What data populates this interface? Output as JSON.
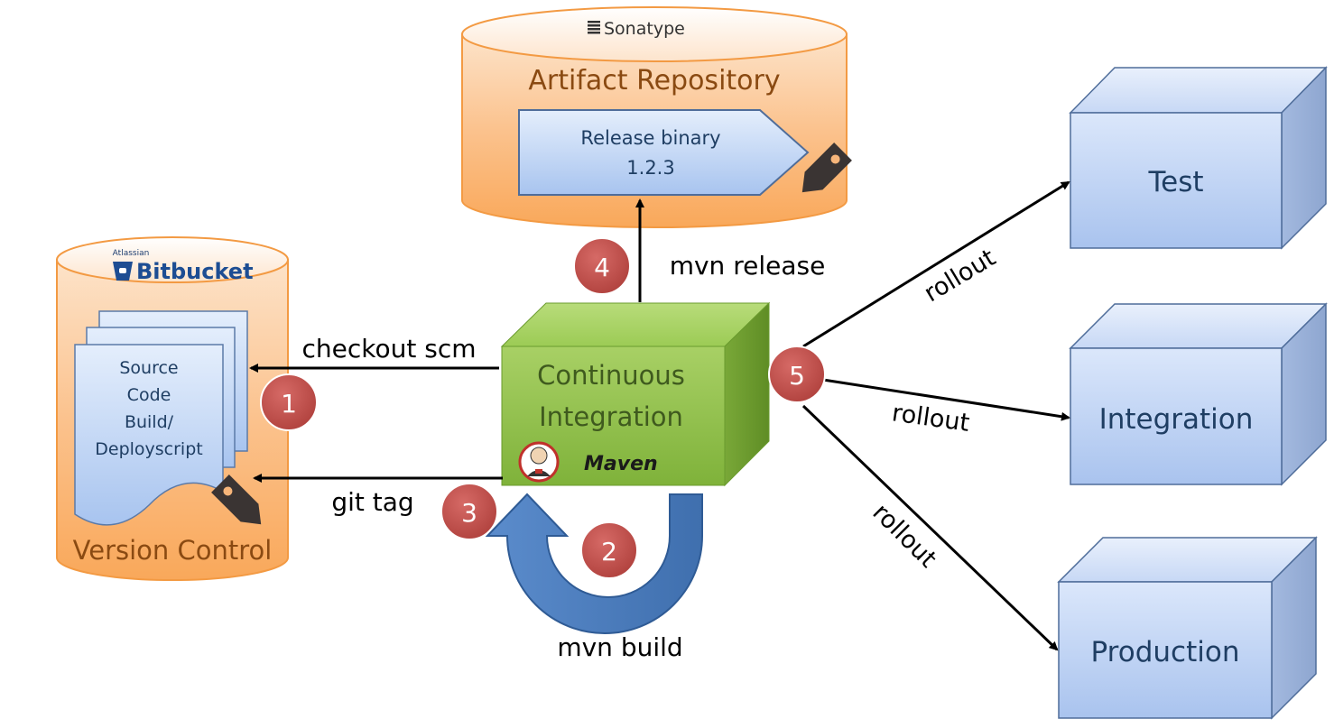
{
  "repository": {
    "brand": "Sonatype",
    "title": "Artifact Repository",
    "artifact_line1": "Release binary",
    "artifact_line2": "1.2.3"
  },
  "version_control": {
    "brand_small": "Atlassian",
    "brand": "Bitbucket",
    "title": "Version Control",
    "doc_lines": [
      "Source",
      "Code",
      "Build/",
      "Deployscript"
    ]
  },
  "ci": {
    "line1": "Continuous",
    "line2": "Integration",
    "maven_logo": "Maven"
  },
  "environments": {
    "test": "Test",
    "integration": "Integration",
    "production": "Production"
  },
  "edges": {
    "checkout": "checkout scm",
    "git_tag": "git tag",
    "mvn_release": "mvn release",
    "mvn_build": "mvn build",
    "rollout_test": "rollout",
    "rollout_integration": "rollout",
    "rollout_production": "rollout"
  },
  "steps": {
    "s1": "1",
    "s2": "2",
    "s3": "3",
    "s4": "4",
    "s5": "5"
  },
  "colors": {
    "orange": "#f9a85a",
    "blue_box": "#b9cff2",
    "green_box": "#8fc24c",
    "badge": "#c0504d",
    "arrow_blue": "#4f81bd"
  }
}
